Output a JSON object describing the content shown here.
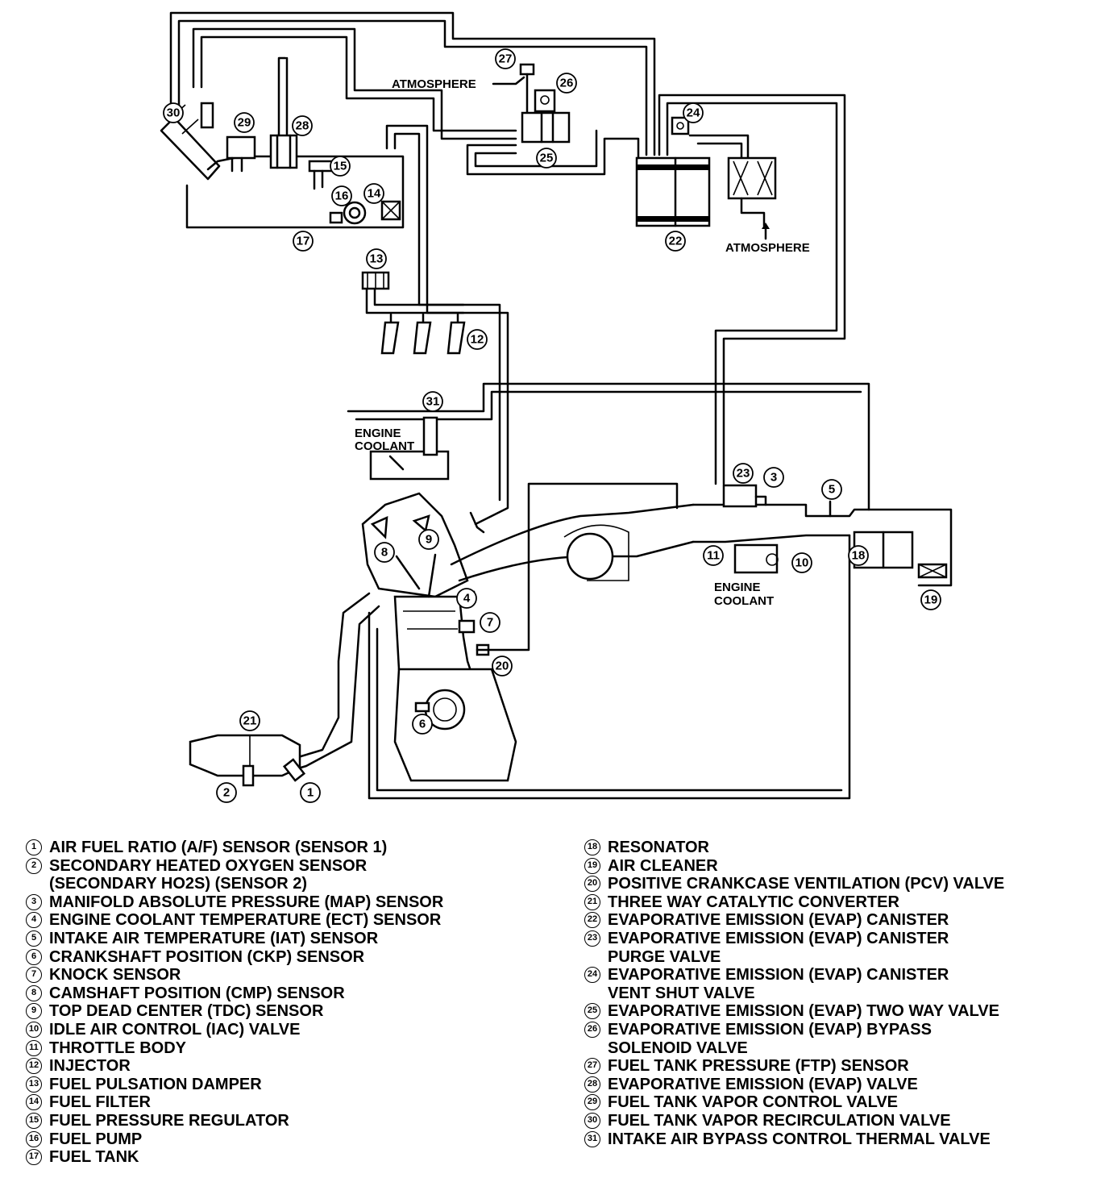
{
  "diagram": {
    "labels": {
      "atmosphere_top": "ATMOSPHERE",
      "atmosphere_right": "ATMOSPHERE",
      "engine_coolant_1": "ENGINE",
      "engine_coolant_1b": "COOLANT",
      "engine_coolant_2": "ENGINE",
      "engine_coolant_2b": "COOLANT"
    },
    "callouts": [
      "1",
      "2",
      "3",
      "4",
      "5",
      "6",
      "7",
      "8",
      "9",
      "10",
      "11",
      "12",
      "13",
      "14",
      "15",
      "16",
      "17",
      "18",
      "19",
      "20",
      "21",
      "22",
      "23",
      "24",
      "25",
      "26",
      "27",
      "28",
      "29",
      "30",
      "31"
    ]
  },
  "legend": {
    "left": [
      {
        "num": "1",
        "text": "AIR FUEL RATIO (A/F) SENSOR (SENSOR 1)"
      },
      {
        "num": "2",
        "text": "SECONDARY HEATED OXYGEN SENSOR",
        "text2": "(SECONDARY HO2S) (SENSOR 2)"
      },
      {
        "num": "3",
        "text": "MANIFOLD ABSOLUTE PRESSURE (MAP) SENSOR"
      },
      {
        "num": "4",
        "text": "ENGINE COOLANT TEMPERATURE (ECT) SENSOR"
      },
      {
        "num": "5",
        "text": "INTAKE AIR TEMPERATURE (IAT) SENSOR"
      },
      {
        "num": "6",
        "text": "CRANKSHAFT POSITION (CKP) SENSOR"
      },
      {
        "num": "7",
        "text": "KNOCK SENSOR"
      },
      {
        "num": "8",
        "text": "CAMSHAFT POSITION (CMP) SENSOR"
      },
      {
        "num": "9",
        "text": "TOP DEAD CENTER (TDC) SENSOR"
      },
      {
        "num": "10",
        "text": "IDLE AIR CONTROL (IAC) VALVE"
      },
      {
        "num": "11",
        "text": "THROTTLE BODY"
      },
      {
        "num": "12",
        "text": "INJECTOR"
      },
      {
        "num": "13",
        "text": "FUEL PULSATION DAMPER"
      },
      {
        "num": "14",
        "text": "FUEL FILTER"
      },
      {
        "num": "15",
        "text": "FUEL PRESSURE REGULATOR"
      },
      {
        "num": "16",
        "text": "FUEL PUMP"
      },
      {
        "num": "17",
        "text": "FUEL TANK"
      }
    ],
    "right": [
      {
        "num": "18",
        "text": "RESONATOR"
      },
      {
        "num": "19",
        "text": "AIR CLEANER"
      },
      {
        "num": "20",
        "text": "POSITIVE CRANKCASE VENTILATION (PCV) VALVE"
      },
      {
        "num": "21",
        "text": "THREE WAY CATALYTIC CONVERTER"
      },
      {
        "num": "22",
        "text": "EVAPORATIVE EMISSION (EVAP) CANISTER"
      },
      {
        "num": "23",
        "text": "EVAPORATIVE EMISSION (EVAP) CANISTER",
        "text2": "PURGE VALVE"
      },
      {
        "num": "24",
        "text": "EVAPORATIVE EMISSION (EVAP) CANISTER",
        "text2": "VENT SHUT VALVE"
      },
      {
        "num": "25",
        "text": "EVAPORATIVE EMISSION (EVAP) TWO WAY VALVE"
      },
      {
        "num": "26",
        "text": "EVAPORATIVE EMISSION (EVAP) BYPASS",
        "text2": "SOLENOID VALVE"
      },
      {
        "num": "27",
        "text": "FUEL TANK PRESSURE (FTP) SENSOR"
      },
      {
        "num": "28",
        "text": "EVAPORATIVE EMISSION (EVAP) VALVE"
      },
      {
        "num": "29",
        "text": "FUEL TANK VAPOR CONTROL VALVE"
      },
      {
        "num": "30",
        "text": "FUEL TANK VAPOR RECIRCULATION VALVE"
      },
      {
        "num": "31",
        "text": "INTAKE AIR BYPASS CONTROL THERMAL VALVE"
      }
    ]
  }
}
